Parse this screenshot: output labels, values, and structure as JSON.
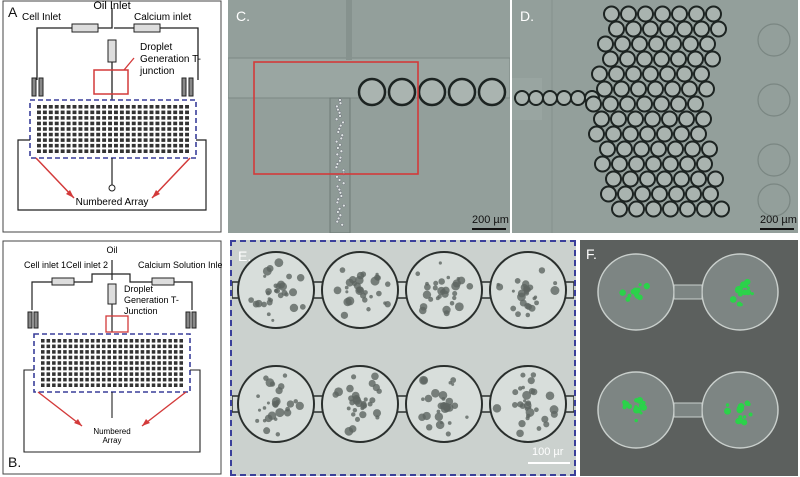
{
  "panel_a": {
    "letter": "A",
    "labels": {
      "oil_inlet": "Oil Inlet",
      "cell_inlet": "Cell Inlet",
      "calcium_inlet": "Calcium inlet",
      "droplet_line1": "Droplet",
      "droplet_line2": "Generation T-",
      "droplet_line3": "junction",
      "numbered_array": "Numbered Array"
    }
  },
  "panel_b": {
    "letter": "B.",
    "labels": {
      "oil": "Oil",
      "cell_inlet_1": "Cell inlet 1",
      "cell_inlet_2": "Cell inlet 2",
      "calcium_solution_inlet": "Calcium Solution Inlet",
      "droplet_line1": "Droplet",
      "droplet_line2": "Generation T-",
      "droplet_line3": "Junction",
      "numbered_line1": "Numbered",
      "numbered_line2": "Array"
    }
  },
  "panel_c": {
    "letter": "C.",
    "scale": "200 µm"
  },
  "panel_d": {
    "letter": "D.",
    "scale": "200 µm"
  },
  "panel_e": {
    "letter": "E.",
    "scale": "100 µr"
  },
  "panel_f": {
    "letter": "F."
  },
  "colors": {
    "highlight_red": "#d33a3a",
    "dashed_blue": "#3a3f9a",
    "fluorescence_green": "#2bd24a"
  }
}
